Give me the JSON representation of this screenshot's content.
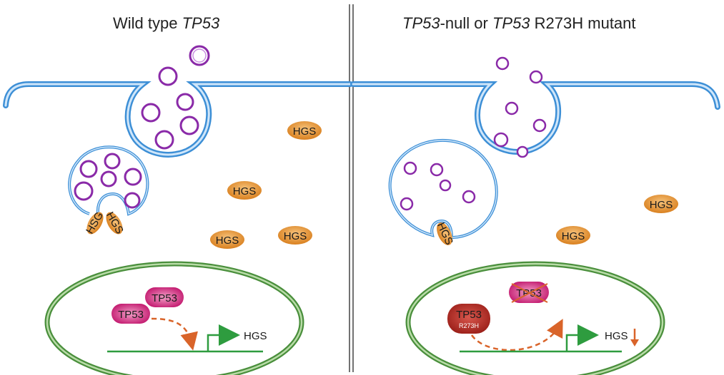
{
  "panels": {
    "left": {
      "title_plain": "Wild type ",
      "title_italic": "TP53"
    },
    "right": {
      "title_italic_1": "TP53",
      "title_plain_1": "-null or ",
      "title_italic_2": "TP53",
      "title_plain_2": " R273H mutant"
    }
  },
  "labels": {
    "hgs": "HGS",
    "hsg": "HSG",
    "tp53": "TP53",
    "mutant": "R273H",
    "gene": "HGS"
  },
  "colors": {
    "membrane": "#3d8fd6",
    "vesicle": "#8a2aa8",
    "hgs_fill": "#e08a2a",
    "tp53_fill": "#c4166e",
    "mutant_fill": "#b3261e",
    "nucleus": "#4a8f3c",
    "gene_line": "#2e9c3f",
    "arrow_orange": "#d9642a"
  }
}
